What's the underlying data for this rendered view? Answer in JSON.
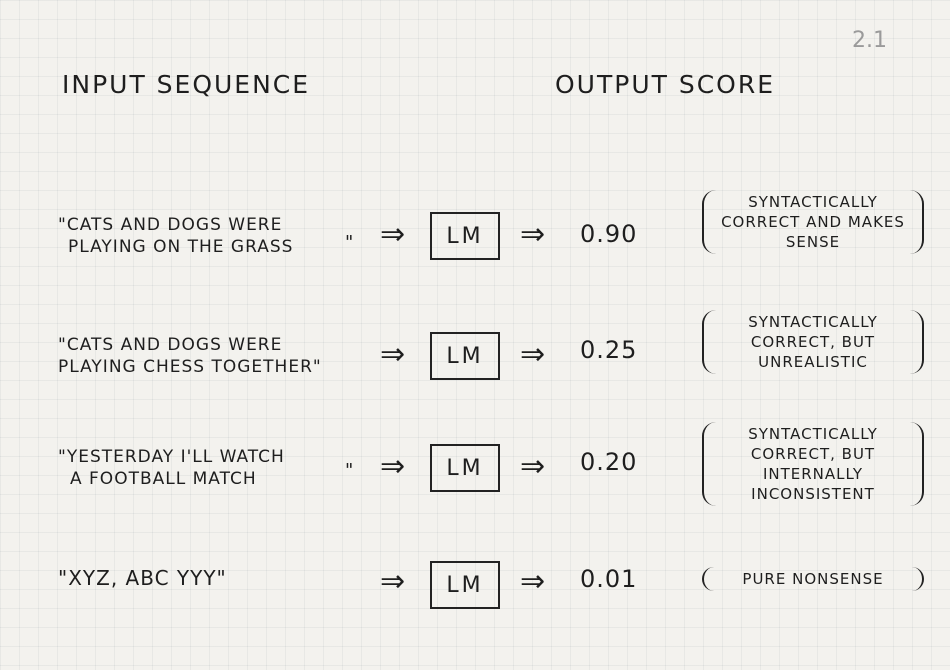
{
  "page_number": "2.1",
  "headers": {
    "input": "INPUT SEQUENCE",
    "output": "OUTPUT SCORE"
  },
  "model_label": "LM",
  "arrow_icon": "⇒",
  "rows": [
    {
      "input_line1": "\"CATS AND DOGS WERE",
      "input_line2": "PLAYING ON THE GRASS",
      "close_quote": "\"",
      "score": "0.90",
      "comment": "SYNTACTICALLY CORRECT AND MAKES SENSE"
    },
    {
      "input_line1": "\"CATS AND DOGS WERE",
      "input_line2": "PLAYING CHESS TOGETHER\"",
      "close_quote": "",
      "score": "0.25",
      "comment": "SYNTACTICALLY CORRECT, BUT UNREALISTIC"
    },
    {
      "input_line1": "\"YESTERDAY I'LL WATCH",
      "input_line2": "A FOOTBALL MATCH",
      "close_quote": "\"",
      "score": "0.20",
      "comment": "SYNTACTICALLY CORRECT, BUT INTERNALLY INCONSISTENT"
    },
    {
      "input_line1": "\"XYZ, ABC YYY\"",
      "input_line2": "",
      "close_quote": "",
      "score": "0.01",
      "comment": "PURE NONSENSE"
    }
  ]
}
